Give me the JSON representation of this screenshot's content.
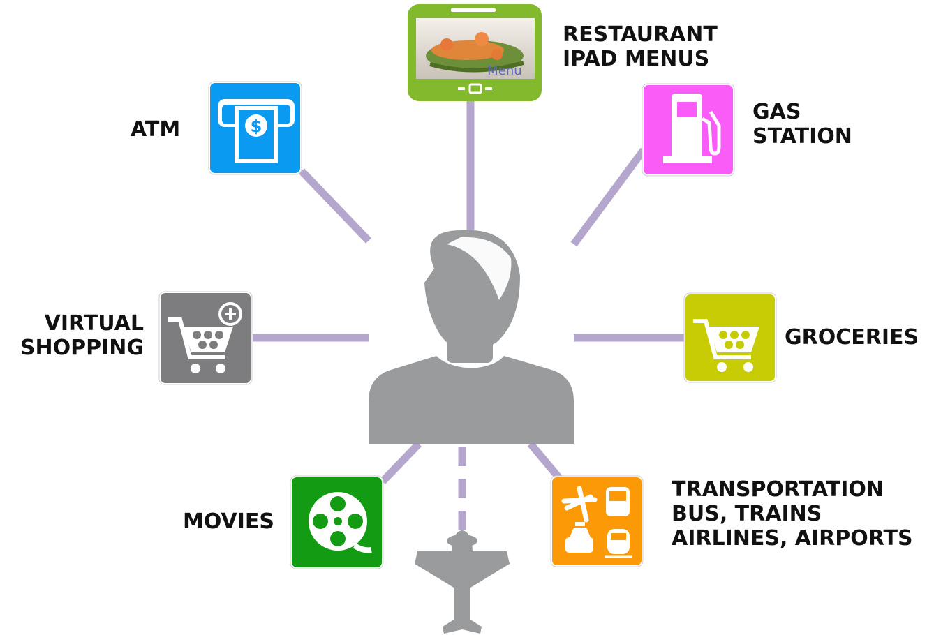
{
  "colors": {
    "connector": "#b4a6cc",
    "person": "#999b9d",
    "atm": "#0a9af2",
    "tablet": "#82b92d",
    "gas": "#fa5cf7",
    "shopping": "#7d7d7f",
    "groceries": "#c8cc05",
    "movies": "#139b13",
    "transport": "#fb9a06",
    "plane": "#999b9d"
  },
  "center": {
    "icon": "person-silhouette-icon"
  },
  "nodes": [
    {
      "id": "restaurant",
      "icon": "tablet-menu-icon",
      "lines": [
        "RESTAURANT",
        "IPAD MENUS"
      ],
      "screen_text": "Menu"
    },
    {
      "id": "atm",
      "icon": "atm-icon",
      "lines": [
        "ATM"
      ]
    },
    {
      "id": "gas",
      "icon": "gas-pump-icon",
      "lines": [
        "GAS",
        "STATION"
      ]
    },
    {
      "id": "shopping",
      "icon": "shopping-cart-plus-icon",
      "lines": [
        "VIRTUAL",
        "SHOPPING"
      ]
    },
    {
      "id": "groceries",
      "icon": "grocery-cart-icon",
      "lines": [
        "GROCERIES"
      ]
    },
    {
      "id": "movies",
      "icon": "film-reel-icon",
      "lines": [
        "MOVIES"
      ]
    },
    {
      "id": "transport",
      "icon": "transportation-icon",
      "lines": [
        "TRANSPORTATION",
        "BUS, TRAINS",
        "AIRLINES, AIRPORTS"
      ]
    },
    {
      "id": "plane",
      "icon": "airplane-icon"
    }
  ]
}
